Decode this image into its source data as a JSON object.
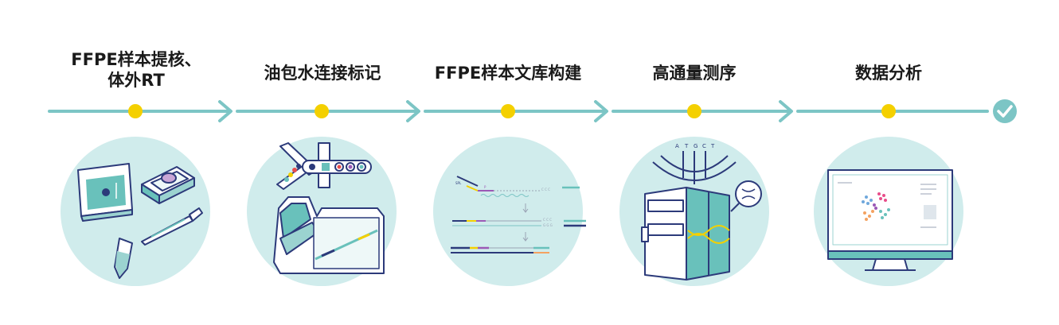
{
  "steps": [
    {
      "title_line1": "FFPE样本提核、",
      "title_line2": "体外RT",
      "icon": "sample-prep-illustration"
    },
    {
      "title_line1": "油包水连接标记",
      "title_line2": "",
      "icon": "microfluidic-chip-illustration"
    },
    {
      "title_line1": "FFPE样本文库构建",
      "title_line2": "",
      "icon": "library-construction-illustration"
    },
    {
      "title_line1": "高通量测序",
      "title_line2": "",
      "icon": "sequencer-illustration"
    },
    {
      "title_line1": "数据分析",
      "title_line2": "",
      "icon": "monitor-cluster-illustration"
    }
  ],
  "sequence_letters": [
    "A",
    "T",
    "G",
    "C",
    "T"
  ],
  "colors": {
    "line": "#7cc5c5",
    "dot": "#f4d000",
    "circle": "#d0ecec",
    "navy": "#2c3a7a",
    "teal": "#69c1bb",
    "check": "#7cc5c5"
  },
  "end_icon": "check-icon"
}
